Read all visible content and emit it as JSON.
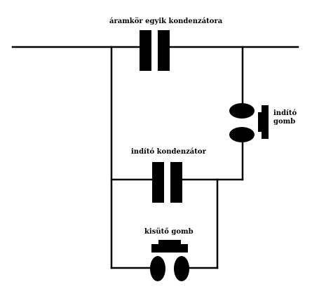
{
  "labels": {
    "main_capacitor": "áramkör egyik kondenzátora",
    "start_button": "indító gomb",
    "start_capacitor": "indító kondenzátor",
    "discharge_button": "kisütő gomb"
  },
  "colors": {
    "wire": "#000000",
    "component": "#000000",
    "background": "#ffffff"
  }
}
